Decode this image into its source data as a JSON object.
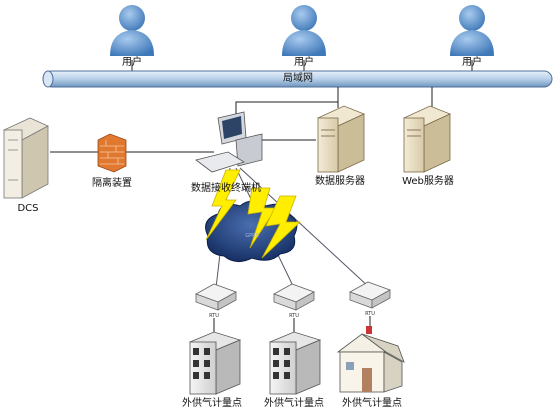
{
  "network": {
    "label": "局域网"
  },
  "users": [
    {
      "label": "用户"
    },
    {
      "label": "用户"
    },
    {
      "label": "用户"
    }
  ],
  "dcs": {
    "label": "DCS"
  },
  "isolation": {
    "label": "隔离装置"
  },
  "terminal": {
    "label": "数据接收终端机"
  },
  "data_server": {
    "label": "数据服务器"
  },
  "web_server": {
    "label": "Web服务器"
  },
  "cloud": {
    "label": "GPRS"
  },
  "rtus": [
    {
      "label": "RTU"
    },
    {
      "label": "RTU"
    },
    {
      "label": "RTU"
    }
  ],
  "sites": [
    {
      "label": "外供气计量点"
    },
    {
      "label": "外供气计量点"
    },
    {
      "label": "外供气计量点"
    }
  ],
  "colors": {
    "bus": "#b8d0e8",
    "user": "#4a86c7",
    "bolt": "#ffee00",
    "cloud": "#1a3a7a",
    "firewall": "#e07830"
  }
}
